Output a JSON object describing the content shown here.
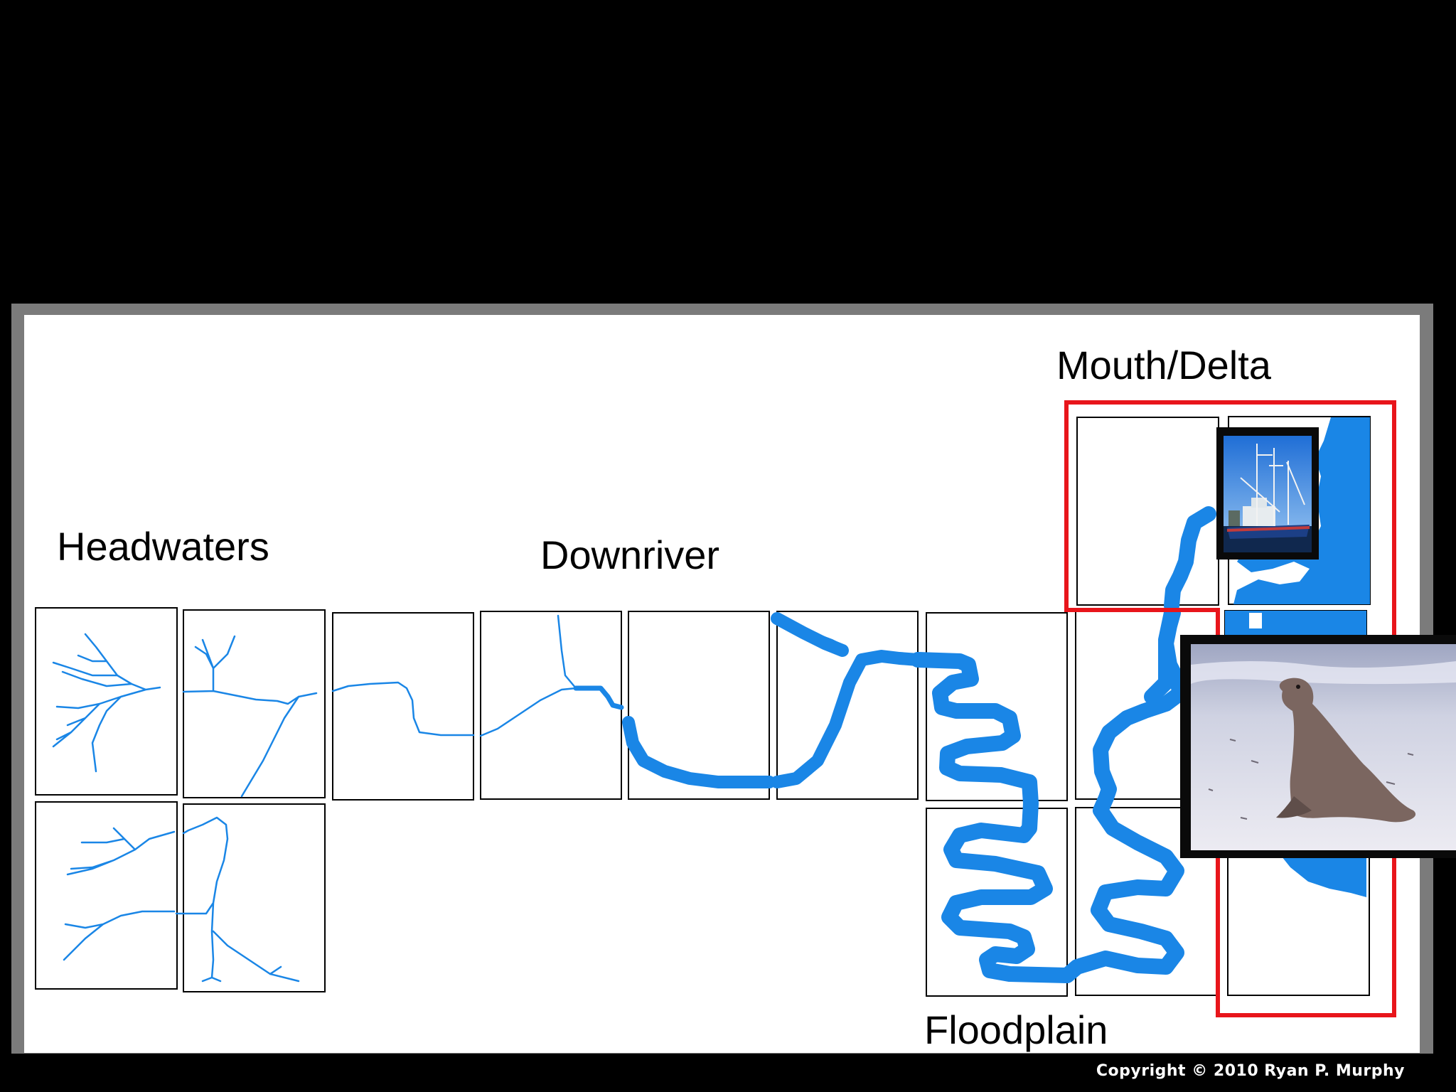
{
  "labels": {
    "headwaters": "Headwaters",
    "downriver": "Downriver",
    "mouth_delta": "Mouth/Delta",
    "floodplain": "Floodplain"
  },
  "photos": {
    "boat": "shrimp-boat-photo",
    "sea_lion": "sea-lion-photo"
  },
  "colors": {
    "river": "#1a86e6",
    "highlight": "#e8151b",
    "background": "#000000"
  },
  "footer": {
    "copyright": "Copyright © 2010 Ryan P. Murphy"
  }
}
